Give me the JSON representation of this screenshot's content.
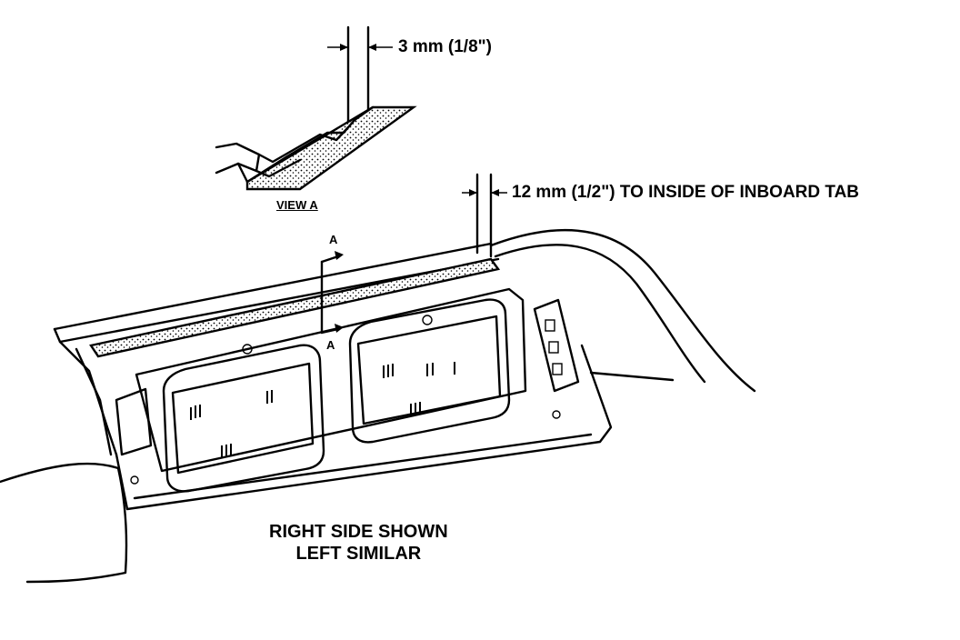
{
  "labels": {
    "dim_3mm": "3 mm (1/8\")",
    "dim_12mm": "12 mm (1/2\") TO INSIDE OF INBOARD TAB",
    "view_a": "VIEW A",
    "section_arrow_top": "A",
    "section_arrow_bottom": "A",
    "caption_line1": "RIGHT SIDE SHOWN",
    "caption_line2": "LEFT SIMILAR"
  }
}
